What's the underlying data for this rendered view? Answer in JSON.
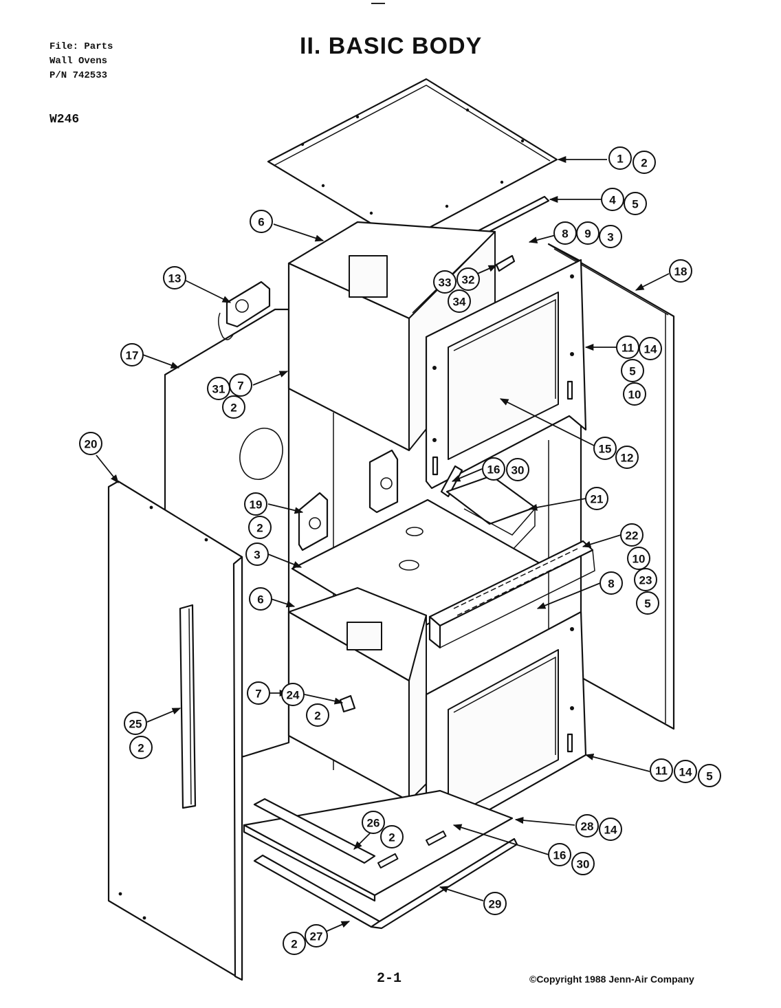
{
  "header": {
    "file": "File: Parts",
    "product": "Wall Ovens",
    "part_number": "P/N 742533",
    "model": "W246"
  },
  "title": "II.  BASIC BODY",
  "footer": {
    "page": "2-1",
    "copyright": "©Copyright 1988 Jenn-Air Company"
  },
  "callouts": [
    {
      "id": "c1",
      "labels": [
        "1",
        "2"
      ]
    },
    {
      "id": "c2",
      "labels": [
        "4",
        "5"
      ]
    },
    {
      "id": "c3",
      "labels": [
        "6"
      ]
    },
    {
      "id": "c4",
      "labels": [
        "8",
        "9",
        "3"
      ]
    },
    {
      "id": "c5",
      "labels": [
        "18"
      ]
    },
    {
      "id": "c6",
      "labels": [
        "13"
      ]
    },
    {
      "id": "c7",
      "labels": [
        "33",
        "32",
        "34"
      ]
    },
    {
      "id": "c8",
      "labels": [
        "17"
      ]
    },
    {
      "id": "c9",
      "labels": [
        "11",
        "14",
        "5",
        "10"
      ]
    },
    {
      "id": "c10",
      "labels": [
        "31",
        "7",
        "2"
      ]
    },
    {
      "id": "c11",
      "labels": [
        "20"
      ]
    },
    {
      "id": "c12",
      "labels": [
        "15",
        "12"
      ]
    },
    {
      "id": "c13",
      "labels": [
        "16",
        "30"
      ]
    },
    {
      "id": "c14",
      "labels": [
        "21"
      ]
    },
    {
      "id": "c15",
      "labels": [
        "19",
        "2"
      ]
    },
    {
      "id": "c16",
      "labels": [
        "22",
        "10",
        "23",
        "5"
      ]
    },
    {
      "id": "c17",
      "labels": [
        "3"
      ]
    },
    {
      "id": "c18",
      "labels": [
        "8"
      ]
    },
    {
      "id": "c19",
      "labels": [
        "6"
      ]
    },
    {
      "id": "c20",
      "labels": [
        "7"
      ]
    },
    {
      "id": "c21",
      "labels": [
        "24",
        "2"
      ]
    },
    {
      "id": "c22",
      "labels": [
        "25",
        "2"
      ]
    },
    {
      "id": "c23",
      "labels": [
        "11",
        "14",
        "5"
      ]
    },
    {
      "id": "c24",
      "labels": [
        "26",
        "2"
      ]
    },
    {
      "id": "c25",
      "labels": [
        "28",
        "14"
      ]
    },
    {
      "id": "c26",
      "labels": [
        "16",
        "30"
      ]
    },
    {
      "id": "c27",
      "labels": [
        "29"
      ]
    },
    {
      "id": "c28",
      "labels": [
        "2",
        "27"
      ]
    }
  ]
}
